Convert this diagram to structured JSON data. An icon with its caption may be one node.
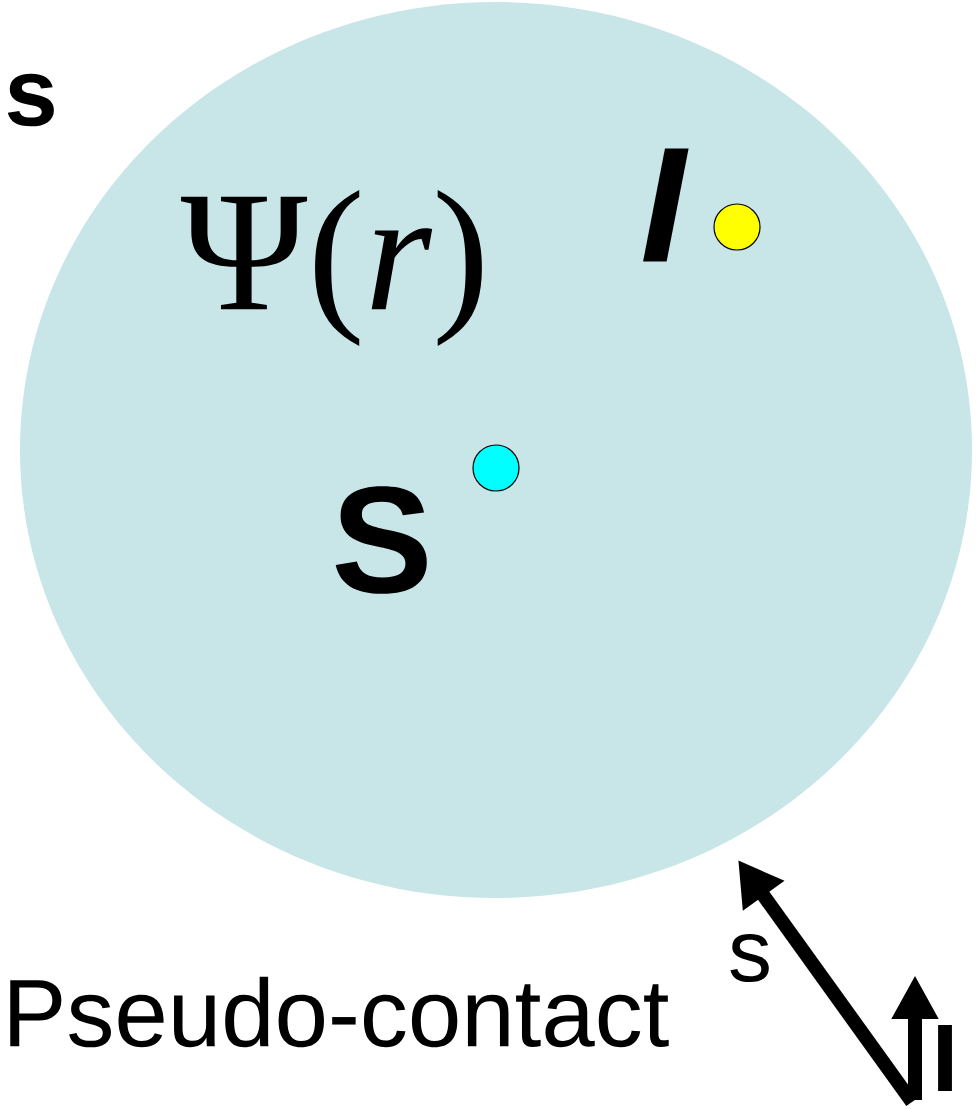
{
  "diagram": {
    "nodes": [
      {
        "text": [
          "Ψ(*r*)"
        ]
      },
      {
        "text": [],
        "shape": "circle",
        "in": 0,
        "beside": [
          "I"
        ]
      },
      {
        "text": [],
        "shape": "circle",
        "in": 0,
        "beside": [
          "S"
        ]
      }
    ],
    "labels": [
      "s",
      "Pseudo-contact",
      "s",
      "I"
    ]
  }
}
